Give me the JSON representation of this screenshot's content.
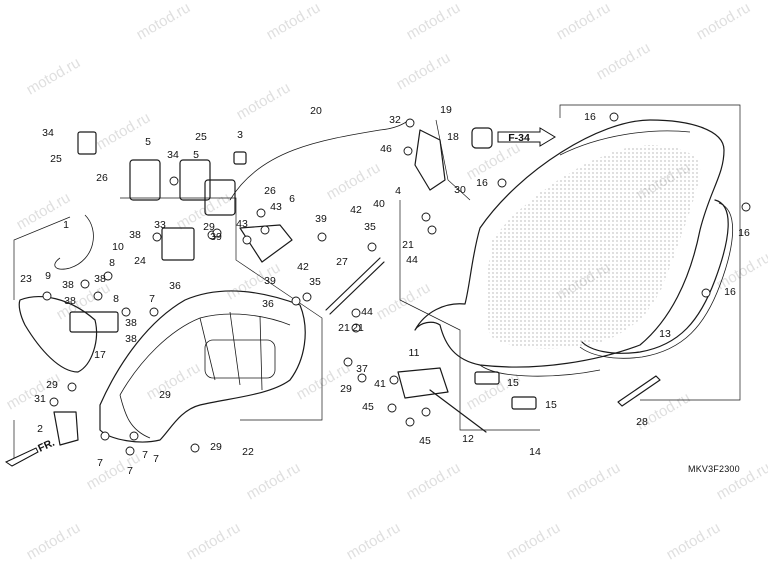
{
  "diagram": {
    "watermark": "motod.ru",
    "diagram_code": "MKV3F2300",
    "front_arrow_label": "FR.",
    "figure_ref_label": "F-34",
    "callouts": [
      "1",
      "2",
      "3",
      "4",
      "5",
      "5",
      "6",
      "7",
      "7",
      "7",
      "7",
      "7",
      "8",
      "8",
      "9",
      "10",
      "11",
      "12",
      "13",
      "14",
      "15",
      "15",
      "16",
      "16",
      "16",
      "16",
      "17",
      "18",
      "19",
      "20",
      "21",
      "21",
      "21",
      "22",
      "23",
      "24",
      "25",
      "25",
      "26",
      "26",
      "27",
      "28",
      "29",
      "29",
      "29",
      "29",
      "29",
      "30",
      "31",
      "32",
      "33",
      "34",
      "34",
      "35",
      "35",
      "36",
      "36",
      "37",
      "38",
      "38",
      "38",
      "38",
      "38",
      "38",
      "39",
      "39",
      "39",
      "40",
      "41",
      "42",
      "42",
      "43",
      "43",
      "44",
      "44",
      "45",
      "45",
      "46"
    ]
  }
}
